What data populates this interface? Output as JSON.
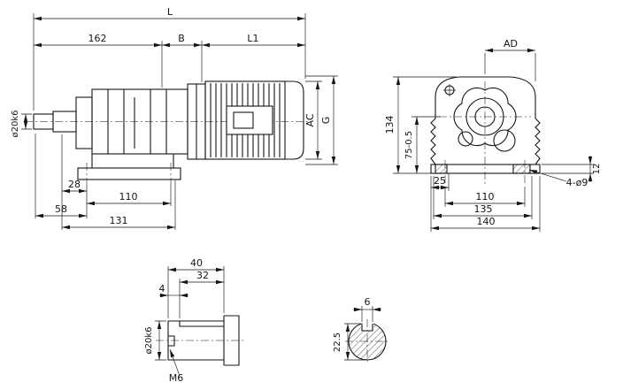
{
  "colors": {
    "ink": "#151515",
    "paper": "#ffffff"
  },
  "side_view": {
    "L": "L",
    "d162": "162",
    "B": "B",
    "L1": "L1",
    "shaft_dia": "ø20k6",
    "AC": "AC",
    "G": "G",
    "d28": "28",
    "d110": "110",
    "d58": "58",
    "d131": "131"
  },
  "front_view": {
    "AD": "AD",
    "d134": "134",
    "d75": "75-0.5",
    "d25": "25",
    "d12": "12",
    "holes": "4-ø9",
    "d110": "110",
    "d135": "135",
    "d140": "140"
  },
  "shaft_detail": {
    "d40": "40",
    "d32": "32",
    "d4": "4",
    "shaft_dia": "ø20k6",
    "thread": "M6"
  },
  "shaft_section": {
    "key_width": "6",
    "d22_5": "22.5"
  }
}
